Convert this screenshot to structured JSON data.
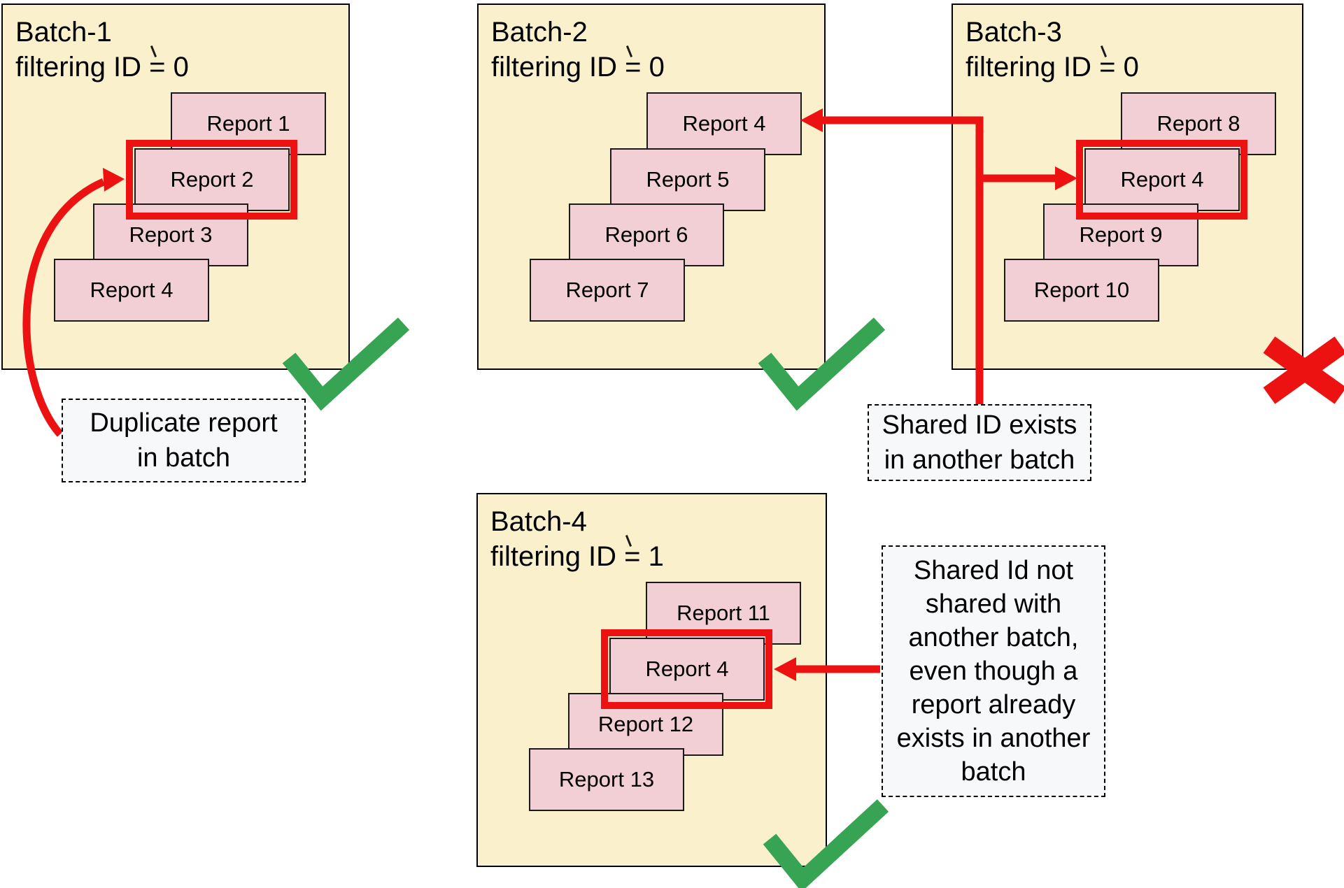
{
  "meta": {
    "background": "#ffffff",
    "batch_fill": "#FBF0CC",
    "report_fill": "#F2CFD4",
    "accent_red": "#EC1212",
    "accent_green": "#36A452",
    "note_fill": "#F7F8FA"
  },
  "batches": [
    {
      "name": "Batch-1",
      "filter": "filtering ID = 0",
      "status": "valid",
      "highlighted_report": "Report 2",
      "reports": [
        "Report 1",
        "Report 2",
        "Report 3",
        "Report 4"
      ]
    },
    {
      "name": "Batch-2",
      "filter": "filtering ID = 0",
      "status": "valid",
      "highlighted_report": null,
      "reports": [
        "Report 4",
        "Report 5",
        "Report 6",
        "Report 7"
      ]
    },
    {
      "name": "Batch-3",
      "filter": "filtering ID = 0",
      "status": "invalid",
      "highlighted_report": "Report 4",
      "reports": [
        "Report 8",
        "Report 4",
        "Report 9",
        "Report 10"
      ]
    },
    {
      "name": "Batch-4",
      "filter": "filtering ID = 1",
      "status": "valid",
      "highlighted_report": "Report 4",
      "reports": [
        "Report 11",
        "Report 4",
        "Report 12",
        "Report 13"
      ]
    }
  ],
  "notes": [
    {
      "id": "duplicate",
      "text": "Duplicate report\nin batch"
    },
    {
      "id": "shared",
      "text": "Shared ID exists\nin another batch"
    },
    {
      "id": "notshared",
      "text": "Shared Id not\nshared with\nanother batch,\neven though a\nreport already\nexists in another\nbatch"
    }
  ]
}
